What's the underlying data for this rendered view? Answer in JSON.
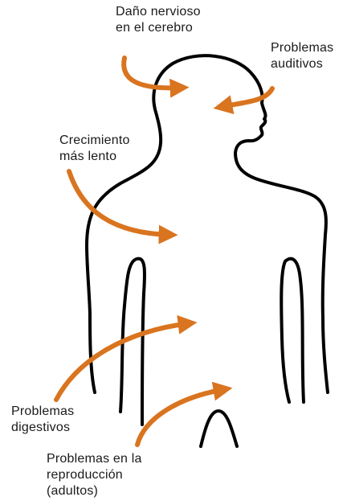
{
  "colors": {
    "arrow": "#d9741f",
    "outline": "#000000",
    "text": "#1a1a1a"
  },
  "labels": {
    "brain": [
      "Daño nervioso",
      "en el cerebro"
    ],
    "hearing": [
      "Problemas",
      "auditivos"
    ],
    "growth": [
      "Crecimiento",
      "más lento"
    ],
    "digestive": [
      "Problemas",
      "digestivos"
    ],
    "reproduction": [
      "Problemas en la",
      "reproducción",
      "(adultos)"
    ]
  }
}
